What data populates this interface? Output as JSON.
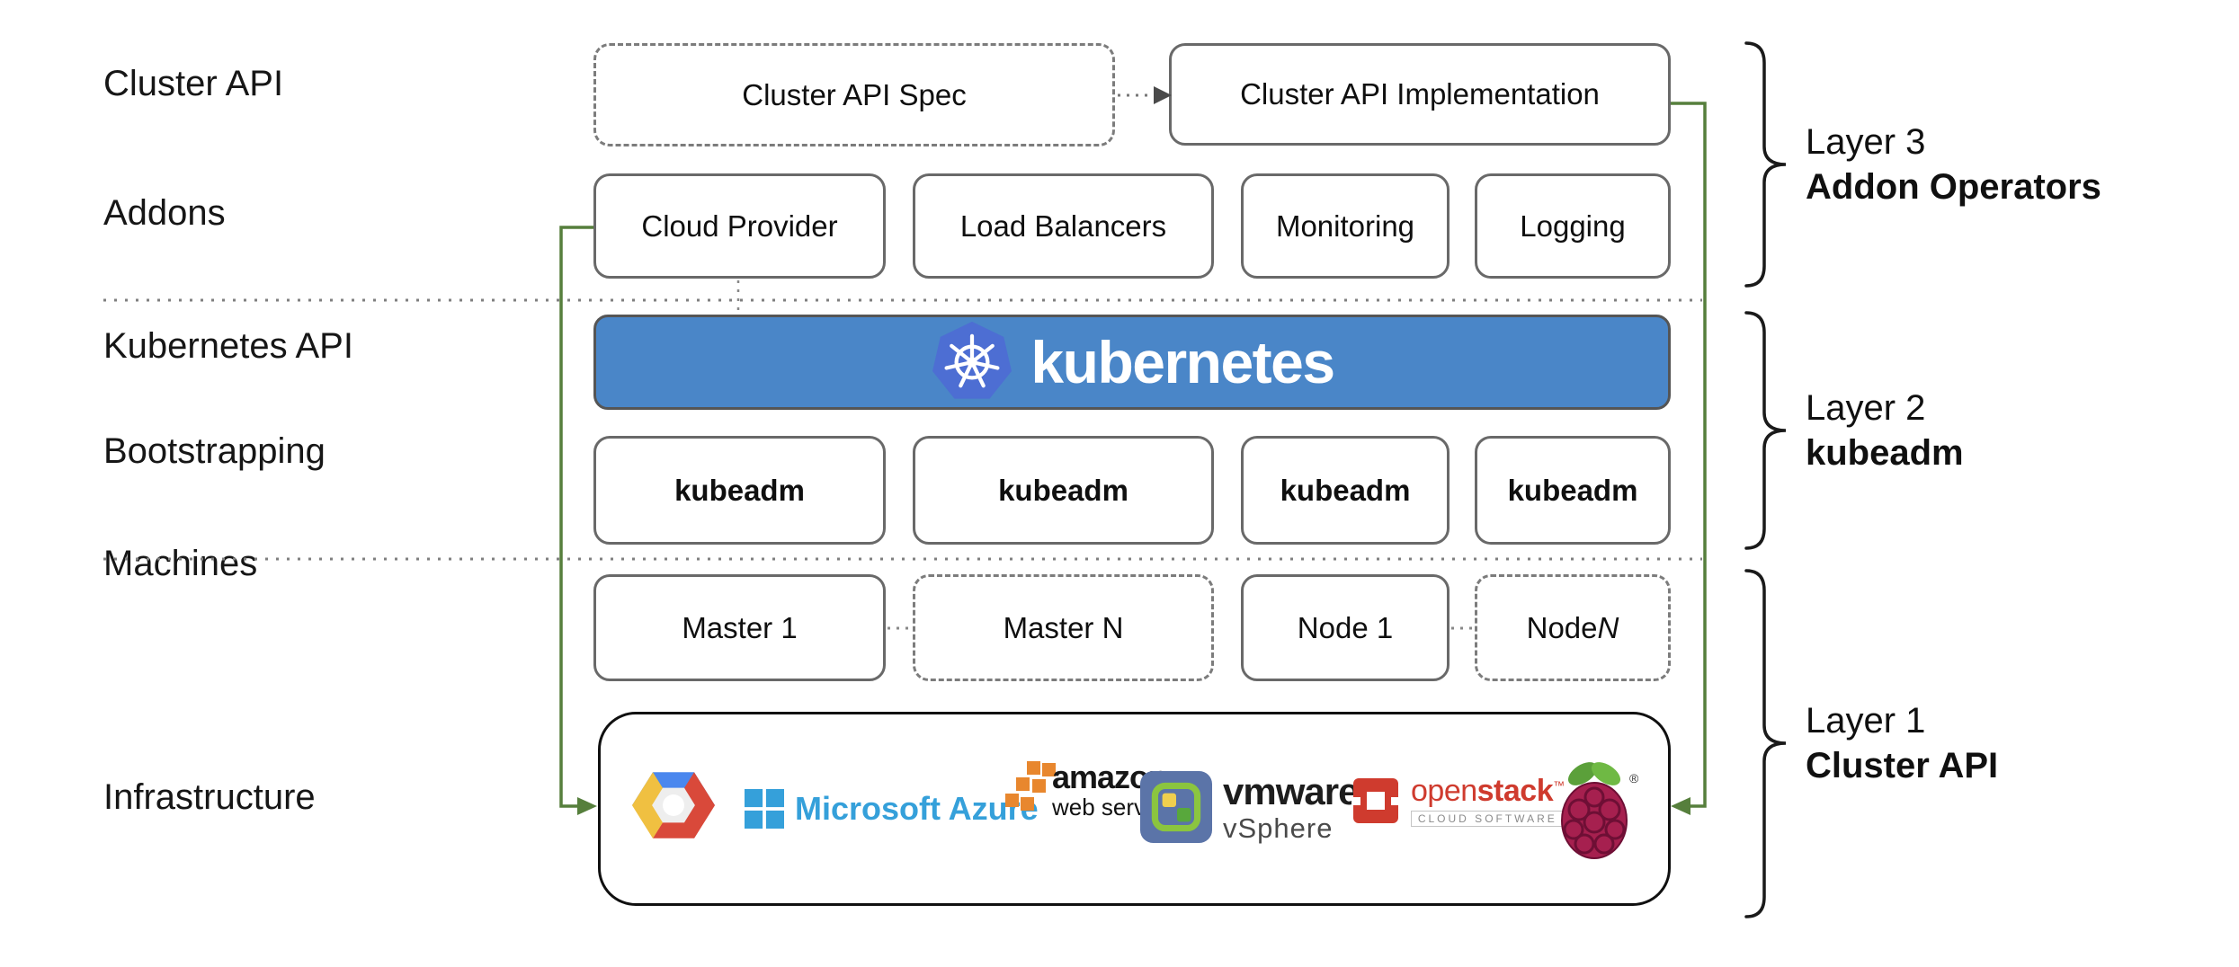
{
  "row_labels": [
    "Cluster API",
    "Addons",
    "Kubernetes API",
    "Bootstrapping",
    "Machines",
    "Infrastructure"
  ],
  "layer3": {
    "spec_label": "Cluster API Spec",
    "implementation_label": "Cluster API Implementation",
    "addon_boxes": [
      "Cloud Provider",
      "Load Balancers",
      "Monitoring",
      "Logging"
    ]
  },
  "kubernetes_banner": {
    "wordmark": "kubernetes"
  },
  "layer2": {
    "kubeadm_boxes": [
      "kubeadm",
      "kubeadm",
      "kubeadm",
      "kubeadm"
    ]
  },
  "machines": [
    {
      "prefix": "Master 1",
      "italic": ""
    },
    {
      "prefix": "Master N",
      "italic": ""
    },
    {
      "prefix": "Node 1",
      "italic": ""
    },
    {
      "prefix": "Node ",
      "italic": "N"
    }
  ],
  "infrastructure": {
    "azure_text": "Microsoft Azure",
    "aws_line1": "amazon",
    "aws_line2": "web services",
    "vmware_line1": "vmware",
    "vmware_reg": "®",
    "vmware_line2": "vSphere",
    "openstack_text1": "open",
    "openstack_text2": "stack",
    "openstack_tm": "™",
    "openstack_sub": "CLOUD SOFTWARE",
    "raspberry_reg": "®"
  },
  "layer_labels": [
    {
      "line1": "Layer 3",
      "line2": "Addon Operators"
    },
    {
      "line1": "Layer 2",
      "line2": "kubeadm"
    },
    {
      "line1": "Layer 1",
      "line2": "Cluster API"
    }
  ],
  "colors": {
    "banner_blue": "#4a86c8",
    "k8s_logo_blue": "#4d6ed3",
    "arrow_green": "#567f3c",
    "azure_blue": "#35a0da",
    "aws_orange": "#e8872e",
    "openstack_red": "#cf3b2e",
    "raspberry_crimson": "#a6204f",
    "gcp_blue": "#4a87ee",
    "gcp_red": "#d9493a",
    "gcp_yellow": "#f0c041"
  }
}
